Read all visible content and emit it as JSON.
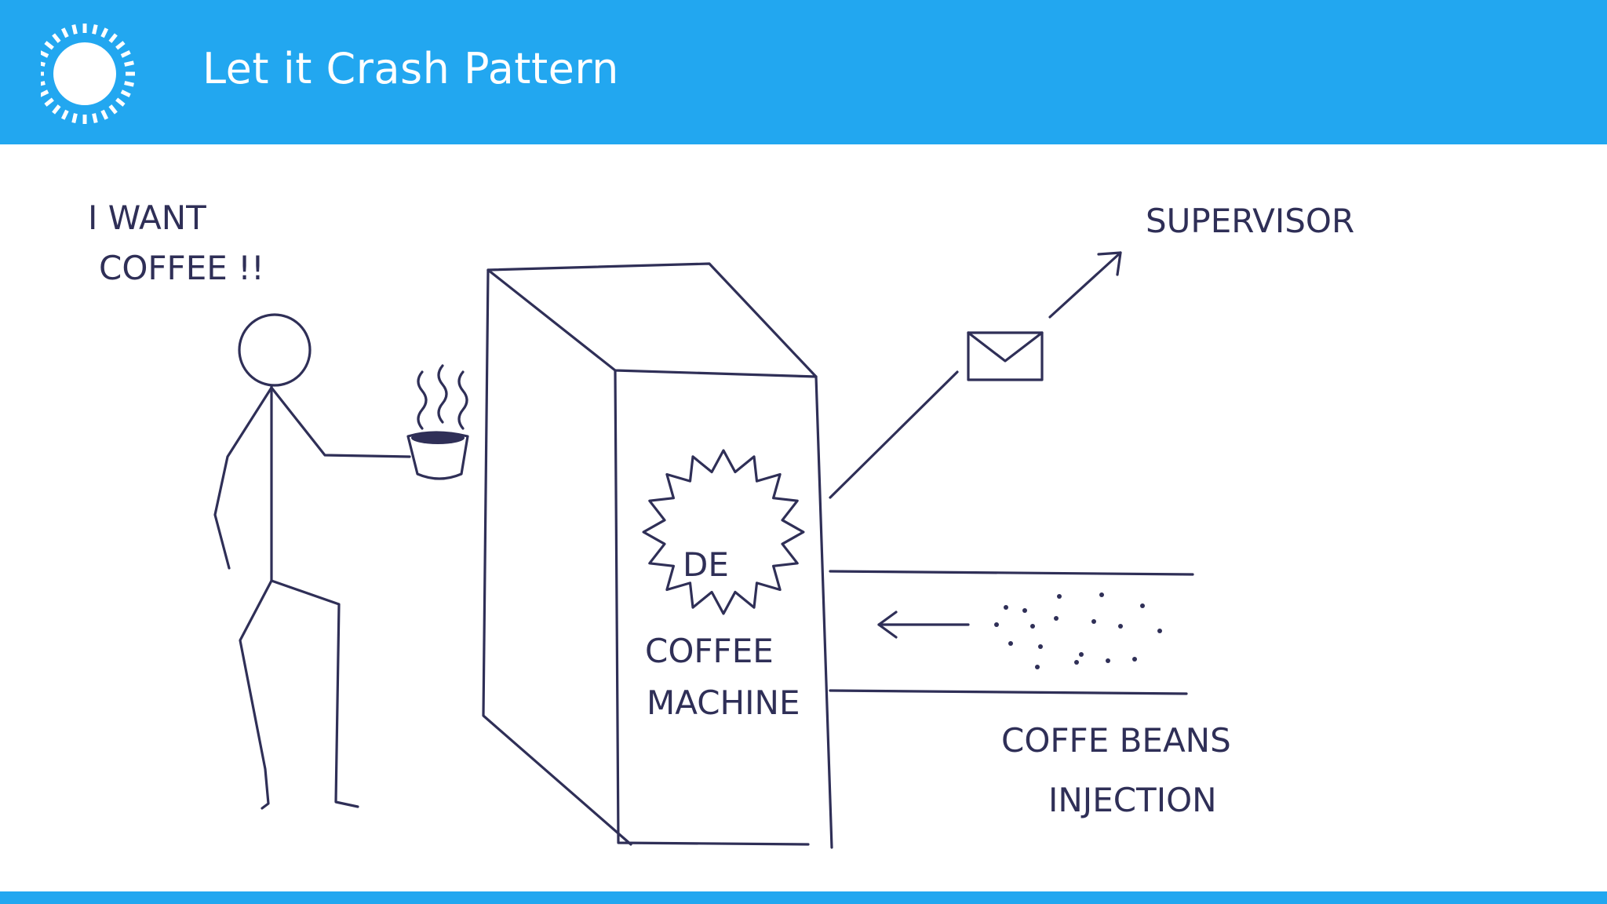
{
  "header": {
    "title": "Let it Crash Pattern",
    "logo_icon": "sun-ring-icon",
    "background_color": "#22a7f0"
  },
  "drawing": {
    "speech": [
      "I WANT",
      "COFFEE !!"
    ],
    "supervisor_label": "SUPERVISOR",
    "machine_badge": "DE",
    "machine_label": [
      "COFFEE",
      "MACHINE"
    ],
    "beans_label": [
      "COFFE BEANS",
      "INJECTION"
    ],
    "ink_color": "#2f2f57"
  }
}
